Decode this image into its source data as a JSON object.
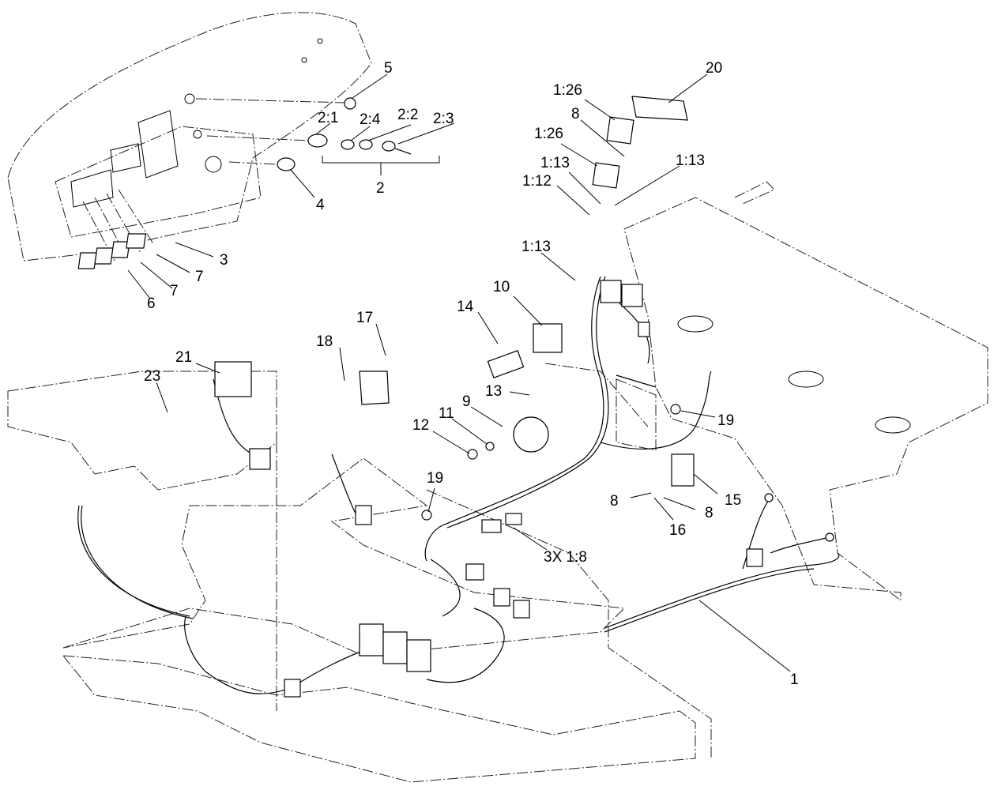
{
  "callouts": [
    {
      "id": "c-20",
      "text": "20"
    },
    {
      "id": "c-5",
      "text": "5"
    },
    {
      "id": "c-2-1",
      "text": "2:1"
    },
    {
      "id": "c-2-4",
      "text": "2:4"
    },
    {
      "id": "c-2-2",
      "text": "2:2"
    },
    {
      "id": "c-2-3",
      "text": "2:3"
    },
    {
      "id": "c-2",
      "text": "2"
    },
    {
      "id": "c-4",
      "text": "4"
    },
    {
      "id": "c-3",
      "text": "3"
    },
    {
      "id": "c-7a",
      "text": "7"
    },
    {
      "id": "c-7b",
      "text": "7"
    },
    {
      "id": "c-6",
      "text": "6"
    },
    {
      "id": "c-1-26a",
      "text": "1:26"
    },
    {
      "id": "c-8a",
      "text": "8"
    },
    {
      "id": "c-1-26b",
      "text": "1:26"
    },
    {
      "id": "c-1-13a",
      "text": "1:13"
    },
    {
      "id": "c-1-13b",
      "text": "1:13"
    },
    {
      "id": "c-1-12",
      "text": "1:12"
    },
    {
      "id": "c-1-13c",
      "text": "1:13"
    },
    {
      "id": "c-10",
      "text": "10"
    },
    {
      "id": "c-14",
      "text": "14"
    },
    {
      "id": "c-17",
      "text": "17"
    },
    {
      "id": "c-18",
      "text": "18"
    },
    {
      "id": "c-21",
      "text": "21"
    },
    {
      "id": "c-23",
      "text": "23"
    },
    {
      "id": "c-13",
      "text": "13"
    },
    {
      "id": "c-9",
      "text": "9"
    },
    {
      "id": "c-11",
      "text": "11"
    },
    {
      "id": "c-12",
      "text": "12"
    },
    {
      "id": "c-19a",
      "text": "19"
    },
    {
      "id": "c-19b",
      "text": "19"
    },
    {
      "id": "c-8b",
      "text": "8"
    },
    {
      "id": "c-15",
      "text": "15"
    },
    {
      "id": "c-8c",
      "text": "8"
    },
    {
      "id": "c-16",
      "text": "16"
    },
    {
      "id": "c-3x-1-8",
      "text": "3X 1:8"
    },
    {
      "id": "c-1",
      "text": "1"
    }
  ]
}
